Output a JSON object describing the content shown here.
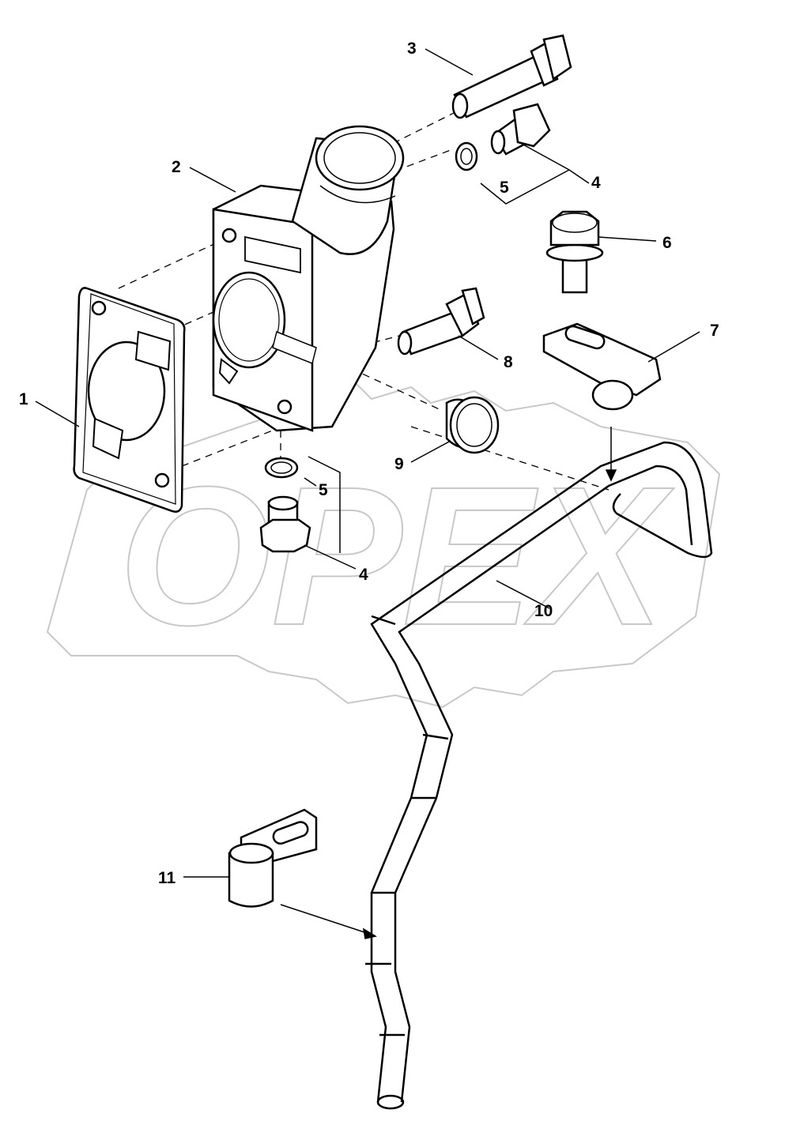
{
  "watermark": {
    "text": "OPEX"
  },
  "corner_mark": "",
  "callouts": [
    {
      "id": "1",
      "label": "1"
    },
    {
      "id": "2",
      "label": "2"
    },
    {
      "id": "3",
      "label": "3"
    },
    {
      "id": "4a",
      "label": "4"
    },
    {
      "id": "5a",
      "label": "5"
    },
    {
      "id": "6",
      "label": "6"
    },
    {
      "id": "7",
      "label": "7"
    },
    {
      "id": "8",
      "label": "8"
    },
    {
      "id": "9",
      "label": "9"
    },
    {
      "id": "5b",
      "label": "5"
    },
    {
      "id": "4b",
      "label": "4"
    },
    {
      "id": "10",
      "label": "10"
    },
    {
      "id": "11",
      "label": "11"
    }
  ]
}
